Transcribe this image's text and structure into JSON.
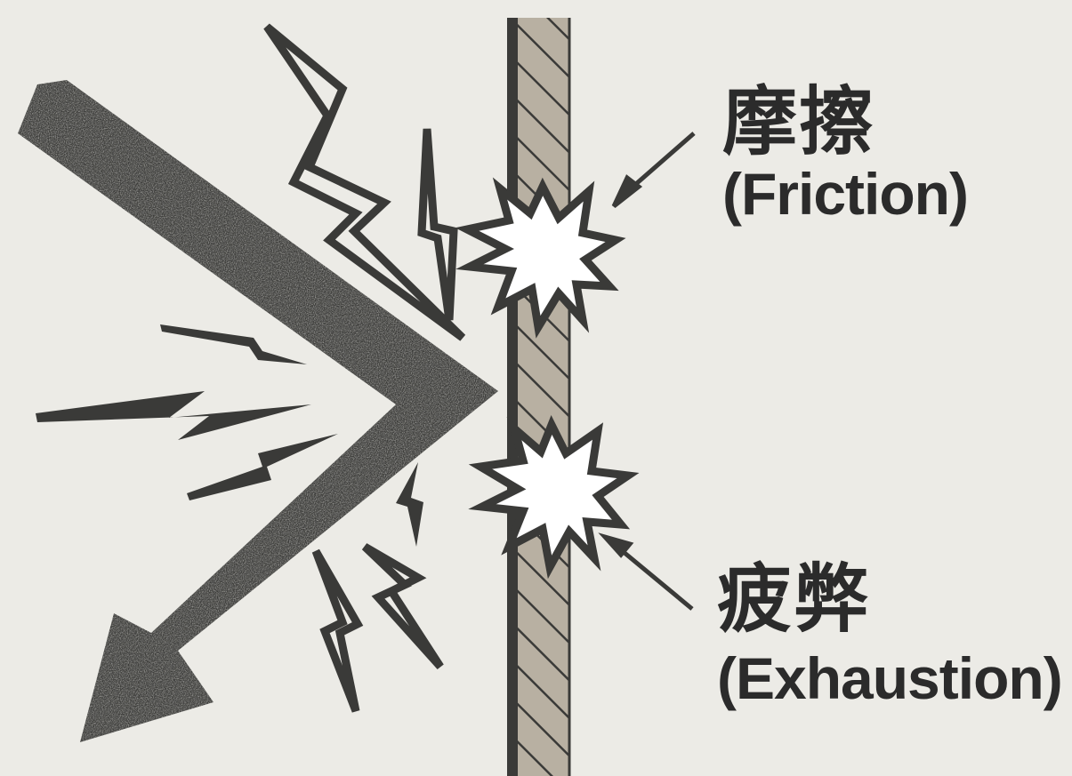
{
  "labels": {
    "friction": {
      "kanji": "摩擦",
      "english": "(Friction)"
    },
    "exhaustion": {
      "kanji": "疲弊",
      "english": "(Exhaustion)"
    }
  },
  "colors": {
    "background": "#ecebe6",
    "ink": "#3a3a38",
    "wall_fill": "#b8b0a2"
  },
  "icons": [
    "bounce-arrow-icon",
    "lightning-bolt-icon",
    "impact-burst-icon",
    "hatched-wall-icon",
    "pointer-arrow-icon"
  ]
}
